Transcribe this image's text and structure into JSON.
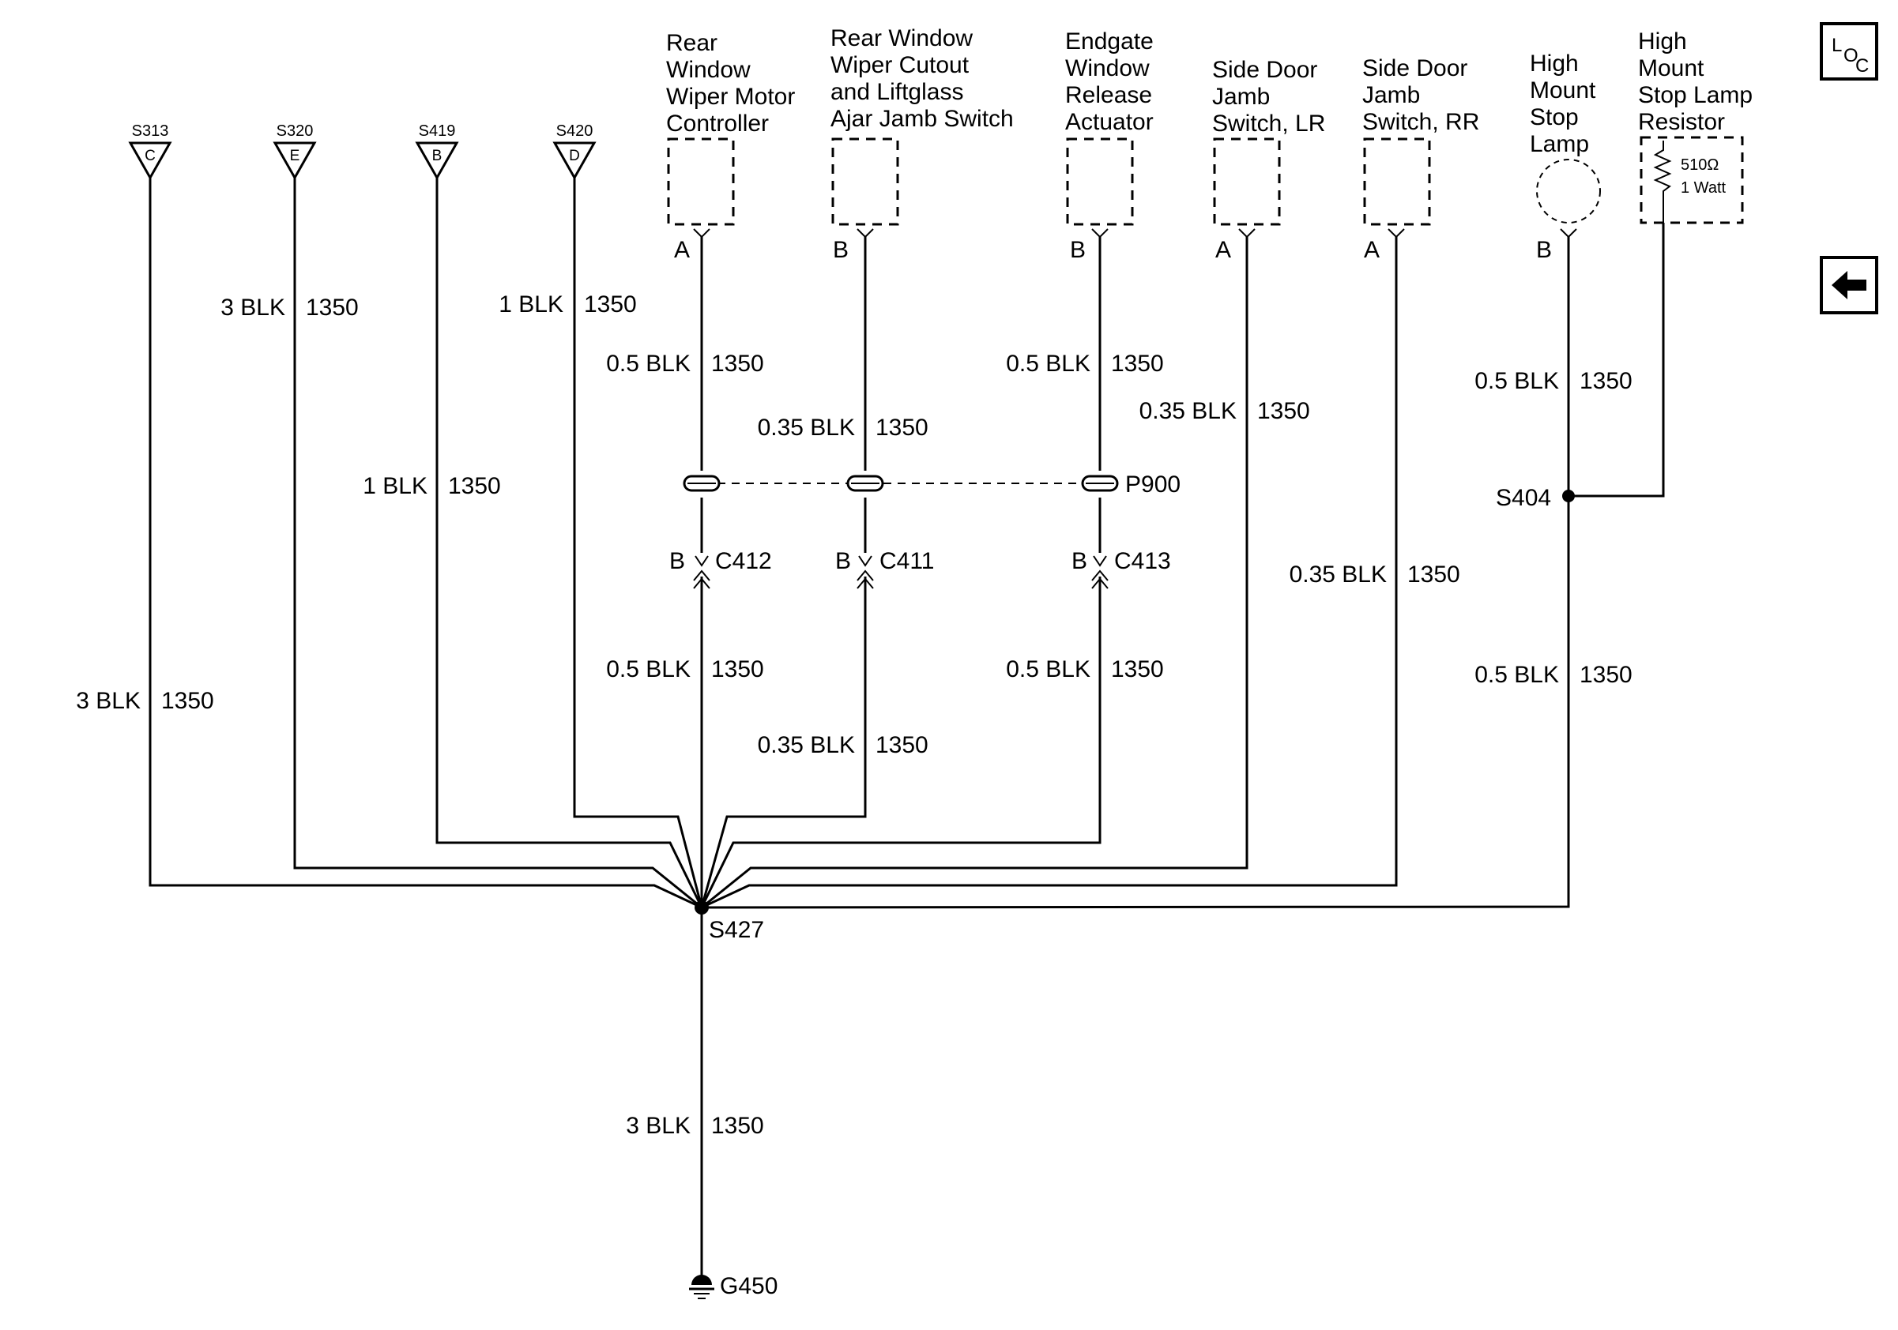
{
  "splices": [
    {
      "id": "S313",
      "pin": "C"
    },
    {
      "id": "S320",
      "pin": "E"
    },
    {
      "id": "S419",
      "pin": "B"
    },
    {
      "id": "S420",
      "pin": "D"
    }
  ],
  "components": [
    {
      "lines": [
        "Rear",
        "Window",
        "Wiper Motor",
        "Controller"
      ],
      "pin": "A"
    },
    {
      "lines": [
        "Rear Window",
        "Wiper Cutout",
        "and Liftglass",
        "Ajar Jamb Switch"
      ],
      "pin": "B"
    },
    {
      "lines": [
        "Endgate",
        "Window",
        "Release",
        "Actuator"
      ],
      "pin": "B"
    },
    {
      "lines": [
        "Side Door",
        "Jamb",
        "Switch, LR"
      ],
      "pin": "A"
    },
    {
      "lines": [
        "Side Door",
        "Jamb",
        "Switch, RR"
      ],
      "pin": "A"
    },
    {
      "lines": [
        "High",
        "Mount",
        "Stop",
        "Lamp"
      ],
      "pin": "B"
    },
    {
      "lines": [
        "High",
        "Mount",
        "Stop Lamp",
        "Resistor"
      ],
      "pin": ""
    }
  ],
  "resistor": {
    "value": "510Ω",
    "rating": "1 Watt"
  },
  "wire_labels": [
    {
      "size": "3 BLK",
      "circuit": "1350"
    },
    {
      "size": "1 BLK",
      "circuit": "1350"
    },
    {
      "size": "1 BLK",
      "circuit": "1350"
    },
    {
      "size": "0.5 BLK",
      "circuit": "1350"
    },
    {
      "size": "0.35 BLK",
      "circuit": "1350"
    },
    {
      "size": "0.5 BLK",
      "circuit": "1350"
    },
    {
      "size": "0.35 BLK",
      "circuit": "1350"
    },
    {
      "size": "0.35 BLK",
      "circuit": "1350"
    },
    {
      "size": "0.5 BLK",
      "circuit": "1350"
    },
    {
      "size": "3 BLK",
      "circuit": "1350"
    },
    {
      "size": "0.5 BLK",
      "circuit": "1350"
    },
    {
      "size": "0.35 BLK",
      "circuit": "1350"
    },
    {
      "size": "0.5 BLK",
      "circuit": "1350"
    },
    {
      "size": "0.5 BLK",
      "circuit": "1350"
    },
    {
      "size": "3 BLK",
      "circuit": "1350"
    }
  ],
  "inline_connectors": [
    {
      "pin": "B",
      "id": "C412"
    },
    {
      "pin": "B",
      "id": "C411"
    },
    {
      "pin": "B",
      "id": "C413"
    }
  ],
  "harness_connector": "P900",
  "splice_s404": "S404",
  "splice_s427": "S427",
  "ground": "G450",
  "buttons": {
    "loc": {
      "l": "L",
      "o": "O",
      "c": "C"
    },
    "back_icon": "arrow-left-icon"
  }
}
